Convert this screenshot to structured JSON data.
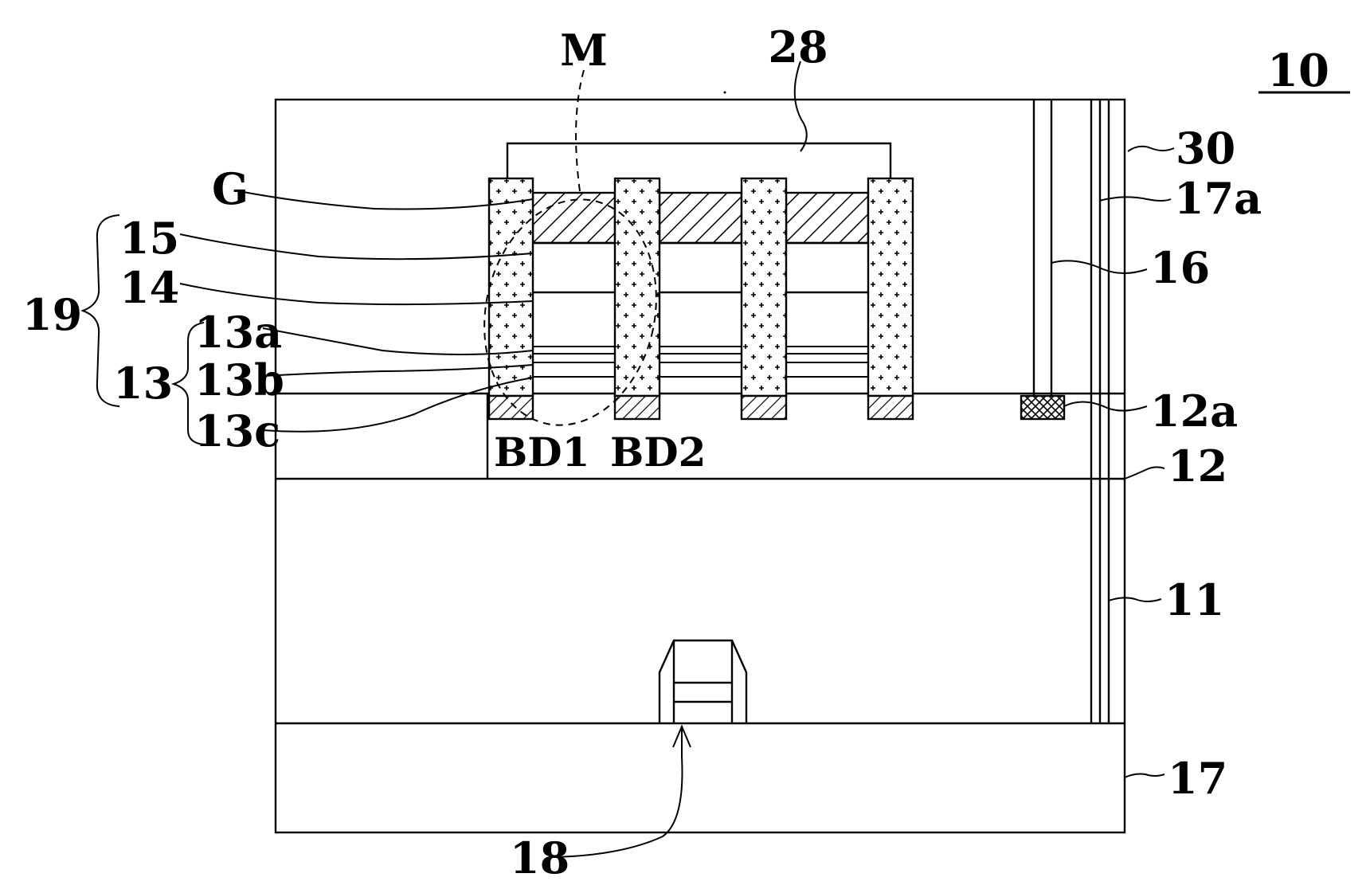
{
  "figure_number": "10",
  "labels": {
    "M": "M",
    "n28": "28",
    "n30": "30",
    "n17a": "17a",
    "n16": "16",
    "G": "G",
    "n15": "15",
    "n14": "14",
    "n19": "19",
    "n13": "13",
    "n13a": "13a",
    "n13b": "13b",
    "n13c": "13c",
    "BD1": "BD1",
    "BD2": "BD2",
    "n12a": "12a",
    "n12": "12",
    "n11": "11",
    "n17": "17",
    "n18": "18"
  }
}
